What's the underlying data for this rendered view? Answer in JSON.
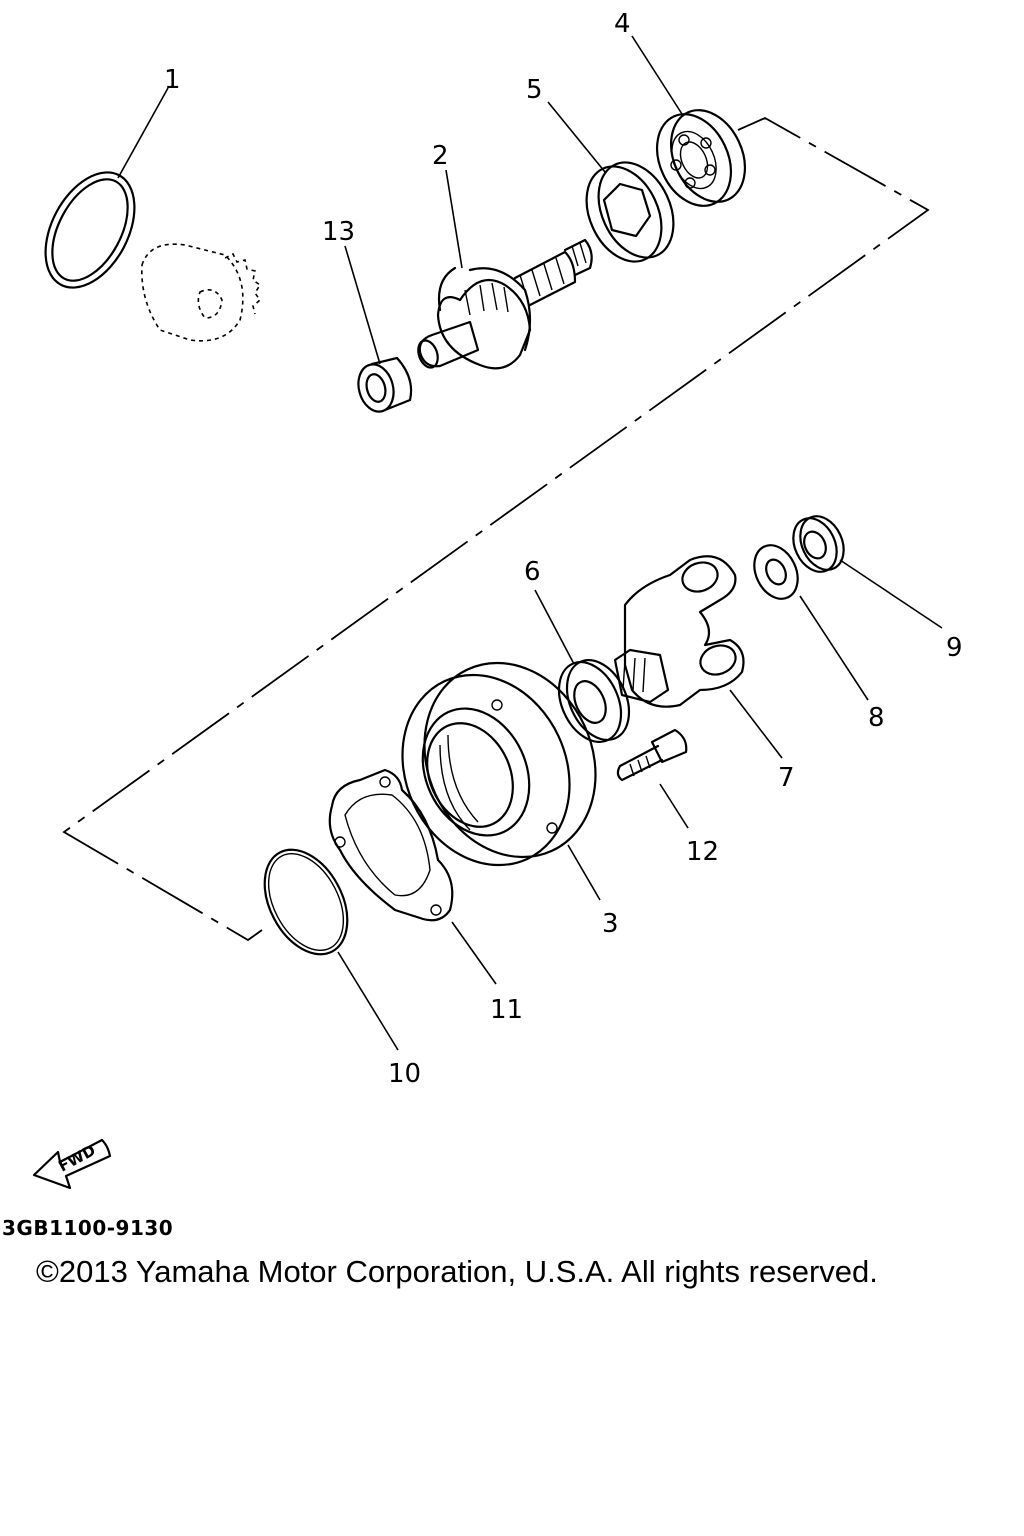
{
  "diagram": {
    "callouts": [
      "1",
      "2",
      "13",
      "5",
      "4",
      "6",
      "9",
      "8",
      "7",
      "12",
      "3",
      "11",
      "10"
    ],
    "fwd_label": "FWD",
    "code": "3GB1100-9130",
    "copyright": "©2013 Yamaha Motor Corporation, U.S.A. All rights reserved."
  }
}
